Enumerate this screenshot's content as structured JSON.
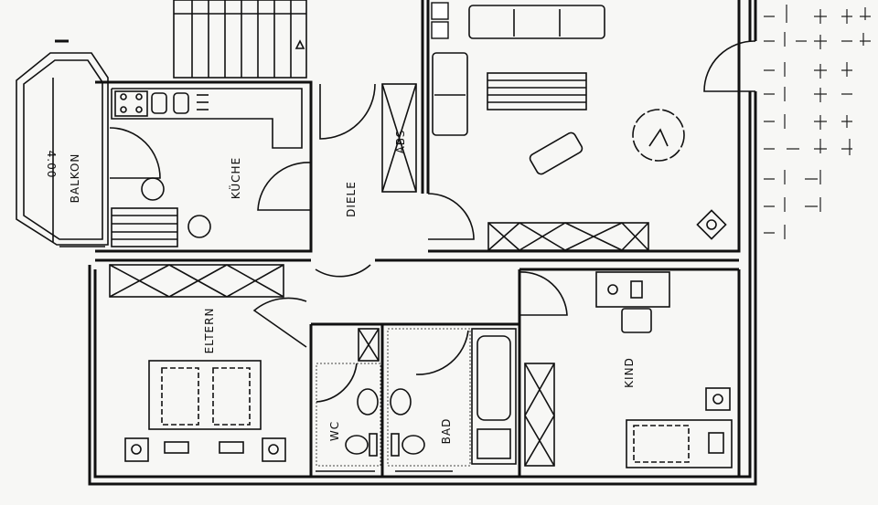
{
  "rooms": {
    "balkon": "BALKON",
    "balkon_dimension": "4.00",
    "kueche": "KÜCHE",
    "diele": "DIELE",
    "abstellraum": "ABS",
    "eltern": "ELTERN",
    "wc": "WC",
    "bad": "BAD",
    "kind": "KIND"
  }
}
